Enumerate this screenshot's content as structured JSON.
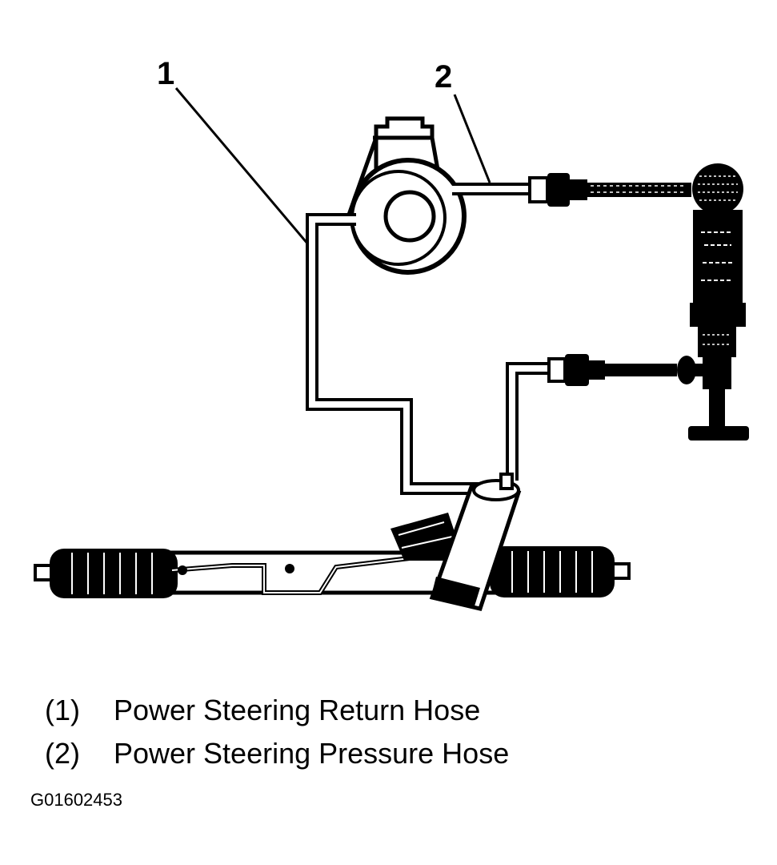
{
  "callouts": [
    {
      "id": "1"
    },
    {
      "id": "2"
    }
  ],
  "legend": [
    {
      "key": "(1)",
      "label": "Power Steering Return Hose"
    },
    {
      "key": "(2)",
      "label": "Power Steering Pressure Hose"
    }
  ],
  "figure_id": "G01602453",
  "colors": {
    "ink": "#000000",
    "paper": "#ffffff"
  }
}
